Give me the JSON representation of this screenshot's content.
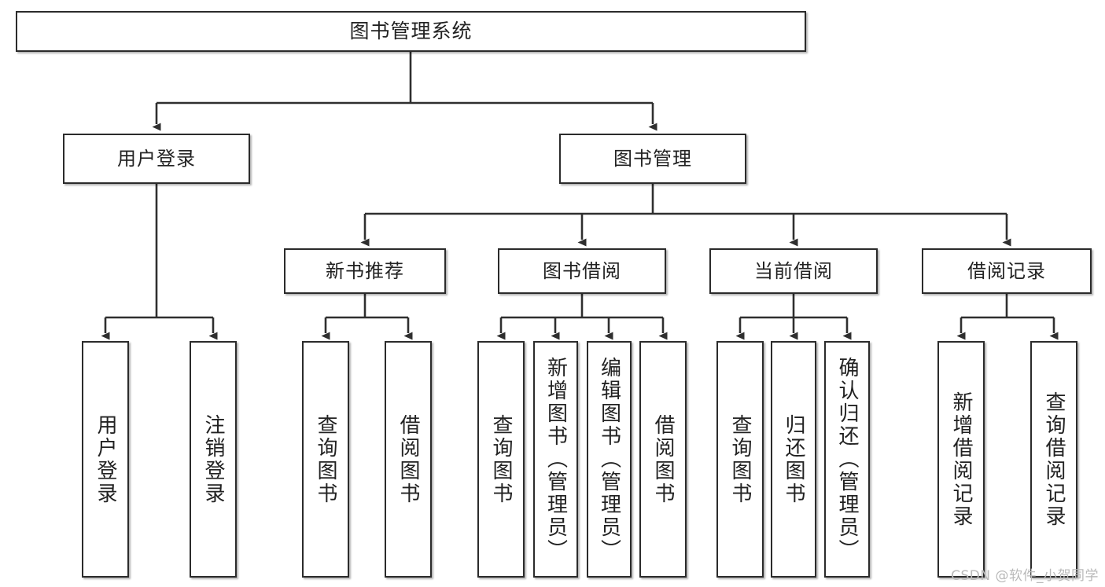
{
  "diagram": {
    "title": "图书管理系统",
    "type": "tree-hierarchy",
    "watermark": "CSDN @软件_小贺同学",
    "colors": {
      "box_border": "#2b2b2b",
      "box_fill": "#ffffff",
      "connector": "#333333",
      "text": "#222222",
      "watermark": "#b9b9b9",
      "background": "#ffffff"
    },
    "nodes": {
      "root": {
        "label": "图书管理系统"
      },
      "level2": [
        {
          "id": "user-login",
          "label": "用户登录"
        },
        {
          "id": "book-manage",
          "label": "图书管理"
        }
      ],
      "level3": [
        {
          "id": "new-book-recommend",
          "label": "新书推荐"
        },
        {
          "id": "book-borrow",
          "label": "图书借阅"
        },
        {
          "id": "current-borrow",
          "label": "当前借阅"
        },
        {
          "id": "borrow-record",
          "label": "借阅记录"
        }
      ],
      "leaves": {
        "user_login": [
          {
            "id": "leaf-user-login",
            "label": "用户登录"
          },
          {
            "id": "leaf-logout-login",
            "label": "注销登录"
          }
        ],
        "new_book_recommend": [
          {
            "id": "leaf-query-book-1",
            "label": "查询图书"
          },
          {
            "id": "leaf-borrow-book-1",
            "label": "借阅图书"
          }
        ],
        "book_borrow": [
          {
            "id": "leaf-query-book-2",
            "label": "查询图书"
          },
          {
            "id": "leaf-add-book",
            "label": "新增图书（管理员）"
          },
          {
            "id": "leaf-edit-book",
            "label": "编辑图书（管理员）"
          },
          {
            "id": "leaf-borrow-book-2",
            "label": "借阅图书"
          }
        ],
        "current_borrow": [
          {
            "id": "leaf-query-book-3",
            "label": "查询图书"
          },
          {
            "id": "leaf-return-book",
            "label": "归还图书"
          },
          {
            "id": "leaf-confirm-return",
            "label": "确认归还（管理员）"
          }
        ],
        "borrow_record": [
          {
            "id": "leaf-add-borrow-record",
            "label": "新增借阅记录"
          },
          {
            "id": "leaf-query-borrow-record",
            "label": "查询借阅记录"
          }
        ]
      }
    }
  }
}
